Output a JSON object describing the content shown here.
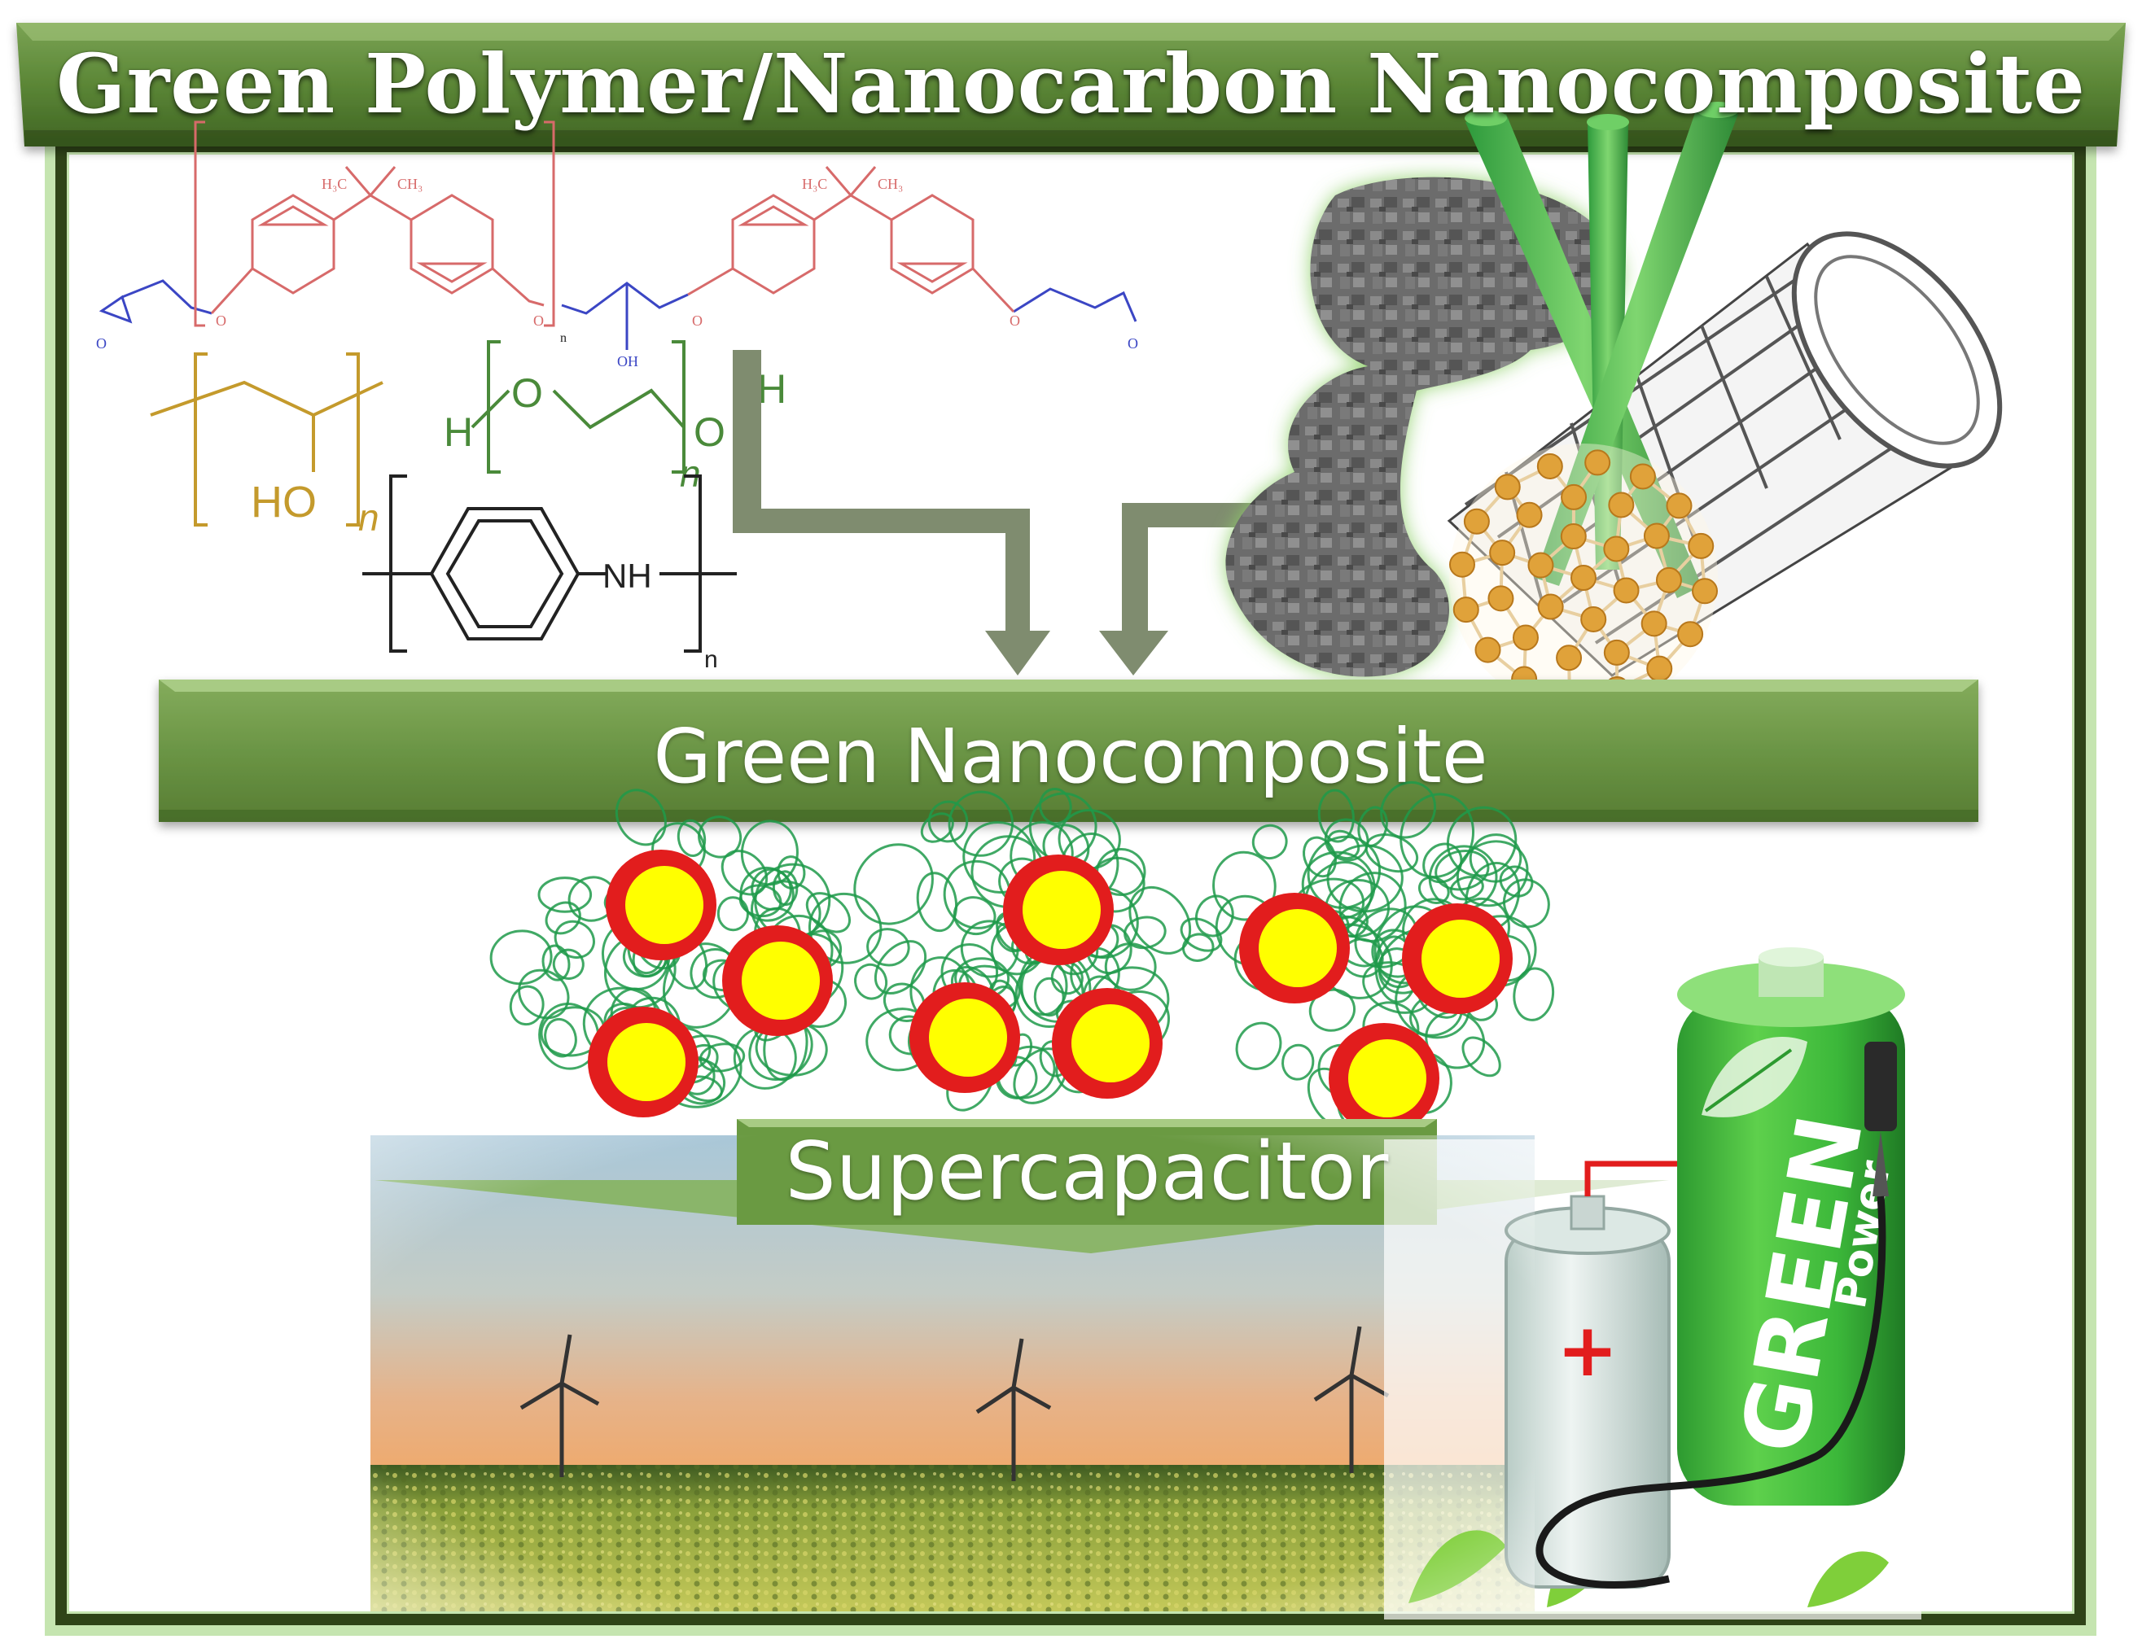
{
  "title": "Green Polymer/Nanocarbon Nanocomposite",
  "center_label": "Green Nanocomposite",
  "application_label": "Supercapacitor",
  "polymers": {
    "epoxy": {
      "methyl_a": "H₃C",
      "methyl_b": "CH₃",
      "oxygen": "O",
      "hydroxyl": "OH",
      "repeat_n": "n"
    },
    "pva": {
      "group": "HO",
      "repeat_n": "n"
    },
    "peg": {
      "h_left": "H",
      "oxygen_a": "O",
      "oxygen_b": "O",
      "h_right": "H",
      "repeat_n": "n"
    },
    "pani": {
      "group": "NH",
      "repeat_n": "n"
    }
  },
  "battery": {
    "brand_word": "GREEN",
    "sub_word": "Power",
    "plus_sign": "+"
  },
  "icons": [
    "leaf-icon",
    "fuel-nozzle-icon",
    "wind-turbine-icon",
    "battery-icon"
  ],
  "colors": {
    "banner_green": "#5f8c3a",
    "frame_dark": "#2f4418",
    "arrow_gray": "#7f8c6f",
    "epoxy_red": "#d76a6a",
    "epoxy_blue": "#3b46c4",
    "pva_gold": "#c49a2c",
    "peg_green": "#4a8a3a",
    "fullerene_gold": "#e0a23a",
    "particle_core": "#ffff00",
    "particle_shell": "#e21d1d",
    "polymer_coil": "#1e9a4a",
    "battery_green": "#35b43a"
  }
}
